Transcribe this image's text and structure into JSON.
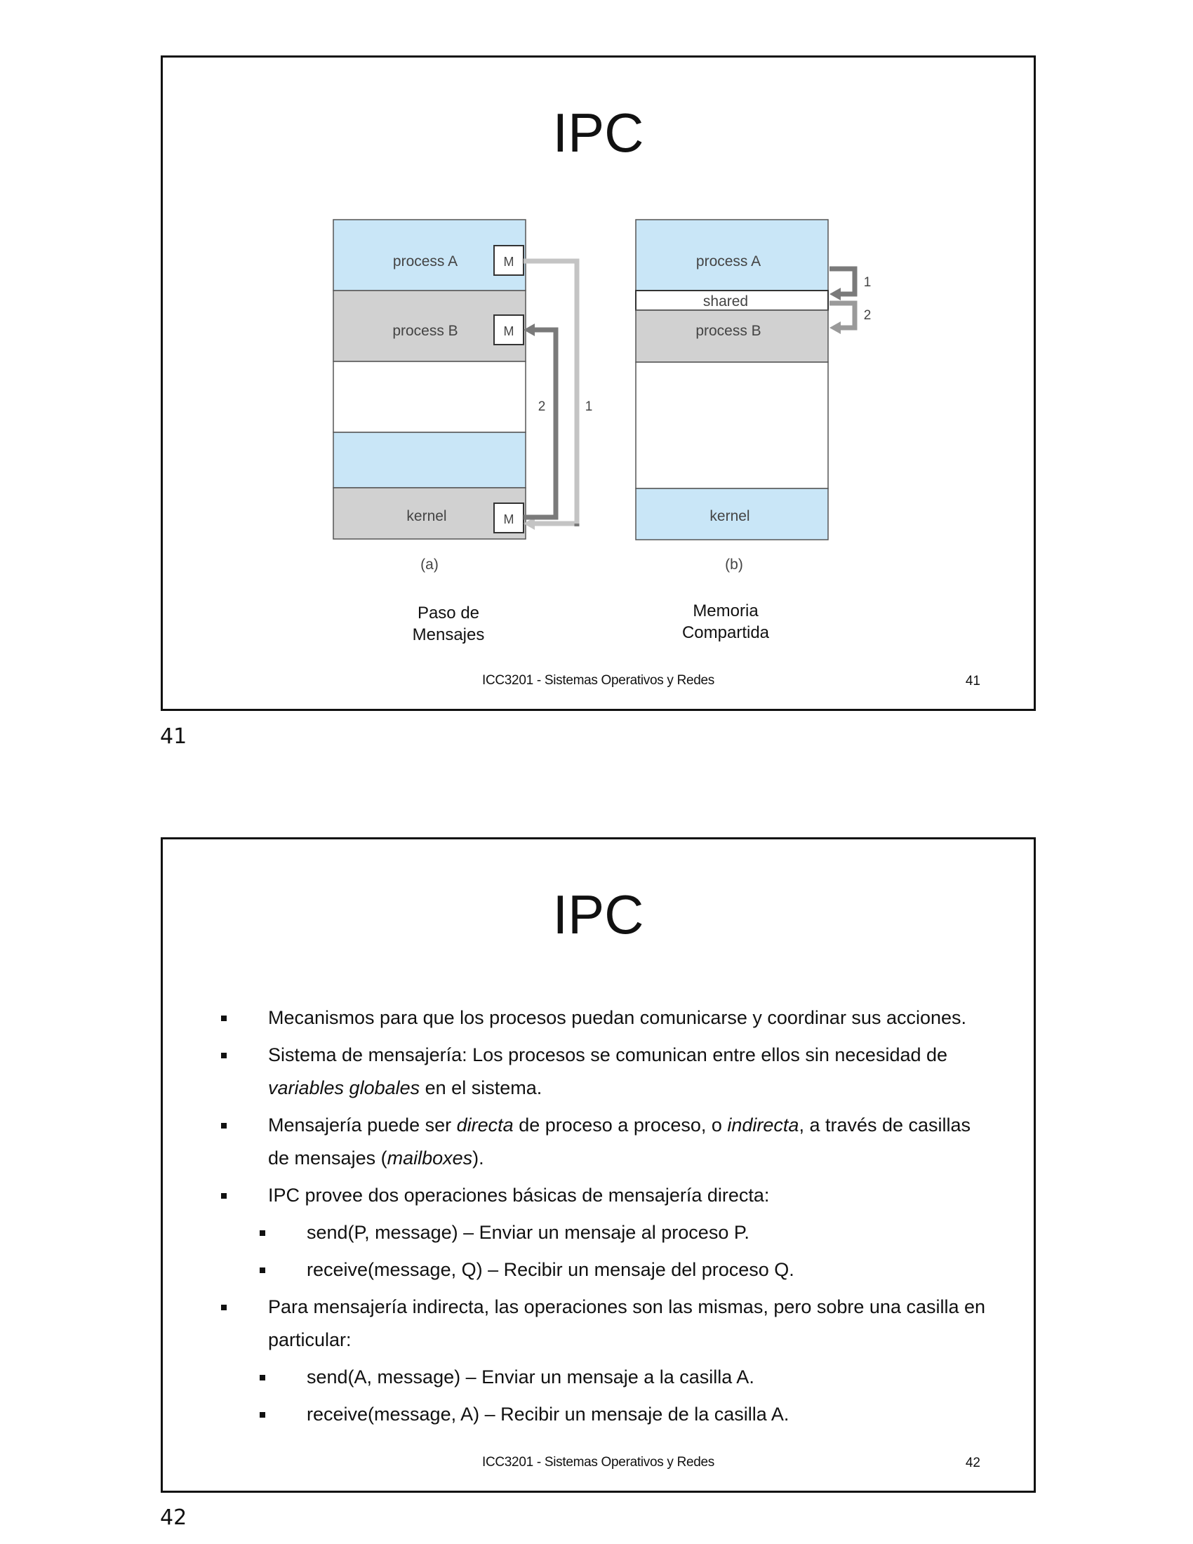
{
  "slide1": {
    "title": "IPC",
    "diagram": {
      "a": {
        "process_a": "process A",
        "process_b": "process B",
        "kernel": "kernel",
        "m": "M",
        "arrow_1": "1",
        "arrow_2": "2",
        "label": "(a)"
      },
      "b": {
        "process_a": "process A",
        "shared": "shared",
        "process_b": "process B",
        "kernel": "kernel",
        "arrow_1": "1",
        "arrow_2": "2",
        "label": "(b)"
      },
      "colors": {
        "blue": "#c9e6f7",
        "gray": "#d1d1d1",
        "arrow_light": "#c4c4c4",
        "arrow_dark": "#7a7a7a"
      }
    },
    "caption_a": {
      "line1": "Paso de",
      "line2": "Mensajes"
    },
    "caption_b": {
      "line1": "Memoria",
      "line2": "Compartida"
    },
    "footer": "ICC3201 - Sistemas Operativos y Redes",
    "number": "41"
  },
  "page_num_1": "41",
  "slide2": {
    "title": "IPC",
    "bullets": {
      "b1": "Mecanismos para que los procesos puedan comunicarse y coordinar sus acciones.",
      "b2_line1": "Sistema de mensajería: Los procesos se comunican entre ellos sin necesidad de",
      "b2_em": "variables globales",
      "b2_rest": " en el sistema.",
      "b3_a": "Mensajería puede ser ",
      "b3_em1": "directa",
      "b3_b": " de proceso a proceso, o ",
      "b3_em2": "indirecta",
      "b3_c": ", a través de casillas",
      "b3_d": "de mensajes (",
      "b3_em3": "mailboxes",
      "b3_e": ").",
      "b4": "IPC provee dos operaciones básicas de mensajería directa:",
      "b4_1": "send(P, message) – Enviar un mensaje al proceso P.",
      "b4_2": "receive(message, Q) – Recibir un mensaje del proceso Q.",
      "b5_line1": "Para mensajería indirecta, las operaciones son las mismas, pero sobre una casilla en",
      "b5_line2": "particular:",
      "b5_1": "send(A, message) – Enviar un mensaje a la casilla A.",
      "b5_2": "receive(message, A) – Recibir un mensaje de la casilla A."
    },
    "footer": "ICC3201 - Sistemas Operativos y Redes",
    "number": "42"
  },
  "page_num_2": "42"
}
